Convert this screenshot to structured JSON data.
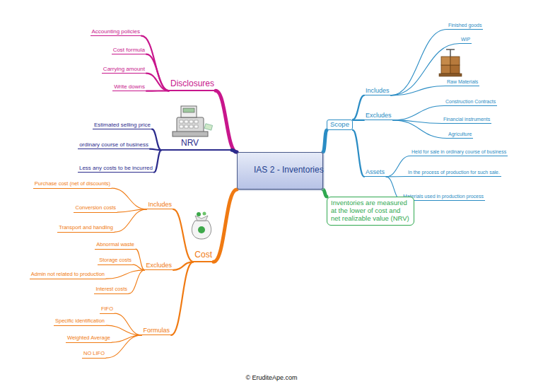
{
  "diagram": {
    "nodes": [
      {
        "text": [
          "IAS 2 - Inventories"
        ]
      },
      {
        "text": [
          "Disclosures"
        ]
      },
      {
        "text": [
          "Accounting policies"
        ]
      },
      {
        "text": [
          "Cost formula"
        ]
      },
      {
        "text": [
          "Carrying amount"
        ]
      },
      {
        "text": [
          "Write downs"
        ]
      },
      {
        "text": [
          "NRV"
        ]
      },
      {
        "text": [
          "Estimated selling price"
        ]
      },
      {
        "text": [
          "ordinary course of business"
        ]
      },
      {
        "text": [
          "Less any costs to be incurred"
        ]
      },
      {
        "text": [
          "Cost"
        ]
      },
      {
        "text": [
          "Includes"
        ]
      },
      {
        "text": [
          "Purchase cost (net of discounts)"
        ]
      },
      {
        "text": [
          "Conversion costs"
        ]
      },
      {
        "text": [
          "Transport and handling"
        ]
      },
      {
        "text": [
          "Excludes"
        ]
      },
      {
        "text": [
          "Abnormal waste"
        ]
      },
      {
        "text": [
          "Storage costs"
        ]
      },
      {
        "text": [
          "Admin not related to production"
        ]
      },
      {
        "text": [
          "Interest costs"
        ]
      },
      {
        "text": [
          "Formulas"
        ]
      },
      {
        "text": [
          "FIFO"
        ]
      },
      {
        "text": [
          "Specific identification"
        ]
      },
      {
        "text": [
          "Weighted Average"
        ]
      },
      {
        "text": [
          "NO LIFO"
        ]
      },
      {
        "text": [
          "Scope"
        ]
      },
      {
        "text": [
          "Includes"
        ]
      },
      {
        "text": [
          "Finished goods"
        ]
      },
      {
        "text": [
          "WIP"
        ]
      },
      {
        "text": [
          "Raw Materials"
        ]
      },
      {
        "text": [
          "Excludes"
        ]
      },
      {
        "text": [
          "Construction Contracts"
        ]
      },
      {
        "text": [
          "Financial instruments"
        ]
      },
      {
        "text": [
          "Agriculture"
        ]
      },
      {
        "text": [
          "Assets"
        ]
      },
      {
        "text": [
          "Held for sale in ordinary course of business"
        ]
      },
      {
        "text": [
          "In the process of production for such sale."
        ]
      },
      {
        "text": [
          "Materials used in production process"
        ]
      },
      {
        "text": [
          "Inventories are measured at the lower of cost and net realizable value (NRV)"
        ]
      }
    ],
    "edges": [
      {
        "from": 0,
        "to": 1,
        "arrow": "none"
      },
      {
        "from": 1,
        "to": 2,
        "arrow": "none"
      },
      {
        "from": 1,
        "to": 3,
        "arrow": "none"
      },
      {
        "from": 1,
        "to": 4,
        "arrow": "none"
      },
      {
        "from": 1,
        "to": 5,
        "arrow": "none"
      },
      {
        "from": 0,
        "to": 6,
        "arrow": "none"
      },
      {
        "from": 6,
        "to": 7,
        "arrow": "none"
      },
      {
        "from": 6,
        "to": 8,
        "arrow": "none"
      },
      {
        "from": 6,
        "to": 9,
        "arrow": "none"
      },
      {
        "from": 0,
        "to": 10,
        "arrow": "none"
      },
      {
        "from": 10,
        "to": 11,
        "arrow": "none"
      },
      {
        "from": 11,
        "to": 12,
        "arrow": "none"
      },
      {
        "from": 11,
        "to": 13,
        "arrow": "none"
      },
      {
        "from": 11,
        "to": 14,
        "arrow": "none"
      },
      {
        "from": 10,
        "to": 15,
        "arrow": "none"
      },
      {
        "from": 15,
        "to": 16,
        "arrow": "none"
      },
      {
        "from": 15,
        "to": 17,
        "arrow": "none"
      },
      {
        "from": 15,
        "to": 18,
        "arrow": "none"
      },
      {
        "from": 15,
        "to": 19,
        "arrow": "none"
      },
      {
        "from": 10,
        "to": 20,
        "arrow": "none"
      },
      {
        "from": 20,
        "to": 21,
        "arrow": "none"
      },
      {
        "from": 20,
        "to": 22,
        "arrow": "none"
      },
      {
        "from": 20,
        "to": 23,
        "arrow": "none"
      },
      {
        "from": 20,
        "to": 24,
        "arrow": "none"
      },
      {
        "from": 0,
        "to": 25,
        "arrow": "none"
      },
      {
        "from": 25,
        "to": 26,
        "arrow": "none"
      },
      {
        "from": 26,
        "to": 27,
        "arrow": "none"
      },
      {
        "from": 26,
        "to": 28,
        "arrow": "none"
      },
      {
        "from": 26,
        "to": 29,
        "arrow": "none"
      },
      {
        "from": 25,
        "to": 30,
        "arrow": "none"
      },
      {
        "from": 30,
        "to": 31,
        "arrow": "none"
      },
      {
        "from": 30,
        "to": 32,
        "arrow": "none"
      },
      {
        "from": 30,
        "to": 33,
        "arrow": "none"
      },
      {
        "from": 25,
        "to": 34,
        "arrow": "none"
      },
      {
        "from": 34,
        "to": 35,
        "arrow": "none"
      },
      {
        "from": 34,
        "to": 36,
        "arrow": "none"
      },
      {
        "from": 34,
        "to": 37,
        "arrow": "none"
      },
      {
        "from": 0,
        "to": 38,
        "arrow": "none"
      }
    ],
    "labels": [
      "© EruditeApe.com"
    ]
  }
}
